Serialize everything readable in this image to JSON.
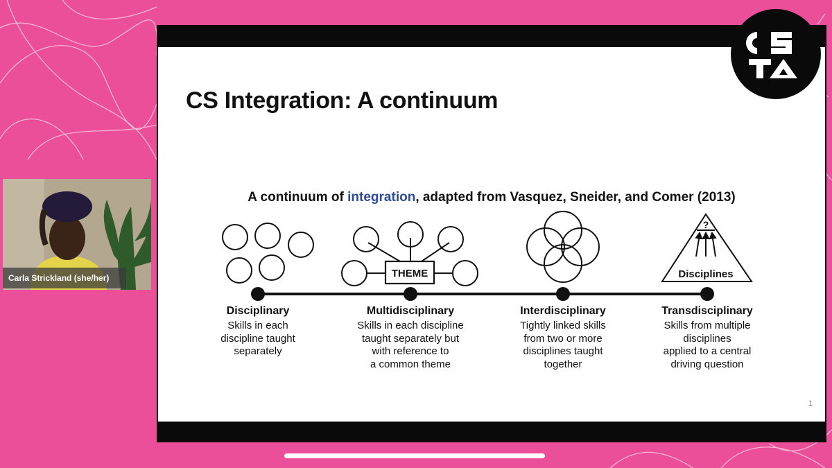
{
  "slide": {
    "title": "CS Integration: A continuum",
    "subtitle_before": "A continuum of ",
    "subtitle_highlight": "integration",
    "subtitle_after": ", adapted from Vasquez, Sneider, and Comer (2013)",
    "theme_label": "THEME",
    "question_mark": "?",
    "disciplines_label": "Disciplines",
    "page_number": "1",
    "stages": [
      {
        "name": "Disciplinary",
        "description": "Skills in each discipline taught separately",
        "lines": [
          "Skills in each",
          "discipline taught",
          "separately"
        ]
      },
      {
        "name": "Multidisciplinary",
        "description": "Skills in each discipline taught separately but with reference to a common theme",
        "lines": [
          "Skills in each discipline",
          "taught separately but",
          "with reference to",
          "a common theme"
        ]
      },
      {
        "name": "Interdisciplinary",
        "description": "Tightly linked skills from two or more disciplines taught together",
        "lines": [
          "Tightly linked skills",
          "from two or more",
          "disciplines taught",
          "together"
        ]
      },
      {
        "name": "Transdisciplinary",
        "description": "Skills from multiple disciplines applied to a central driving question",
        "lines": [
          "Skills from multiple",
          "disciplines",
          "applied to a central",
          "driving question"
        ]
      }
    ]
  },
  "presenter": {
    "name": "Carla Strickland (she/her)"
  },
  "logo": {
    "text": "CSTA"
  },
  "colors": {
    "background": "#ec4f9a",
    "highlight": "#2e4a9a",
    "frame": "#0a0a0a"
  }
}
